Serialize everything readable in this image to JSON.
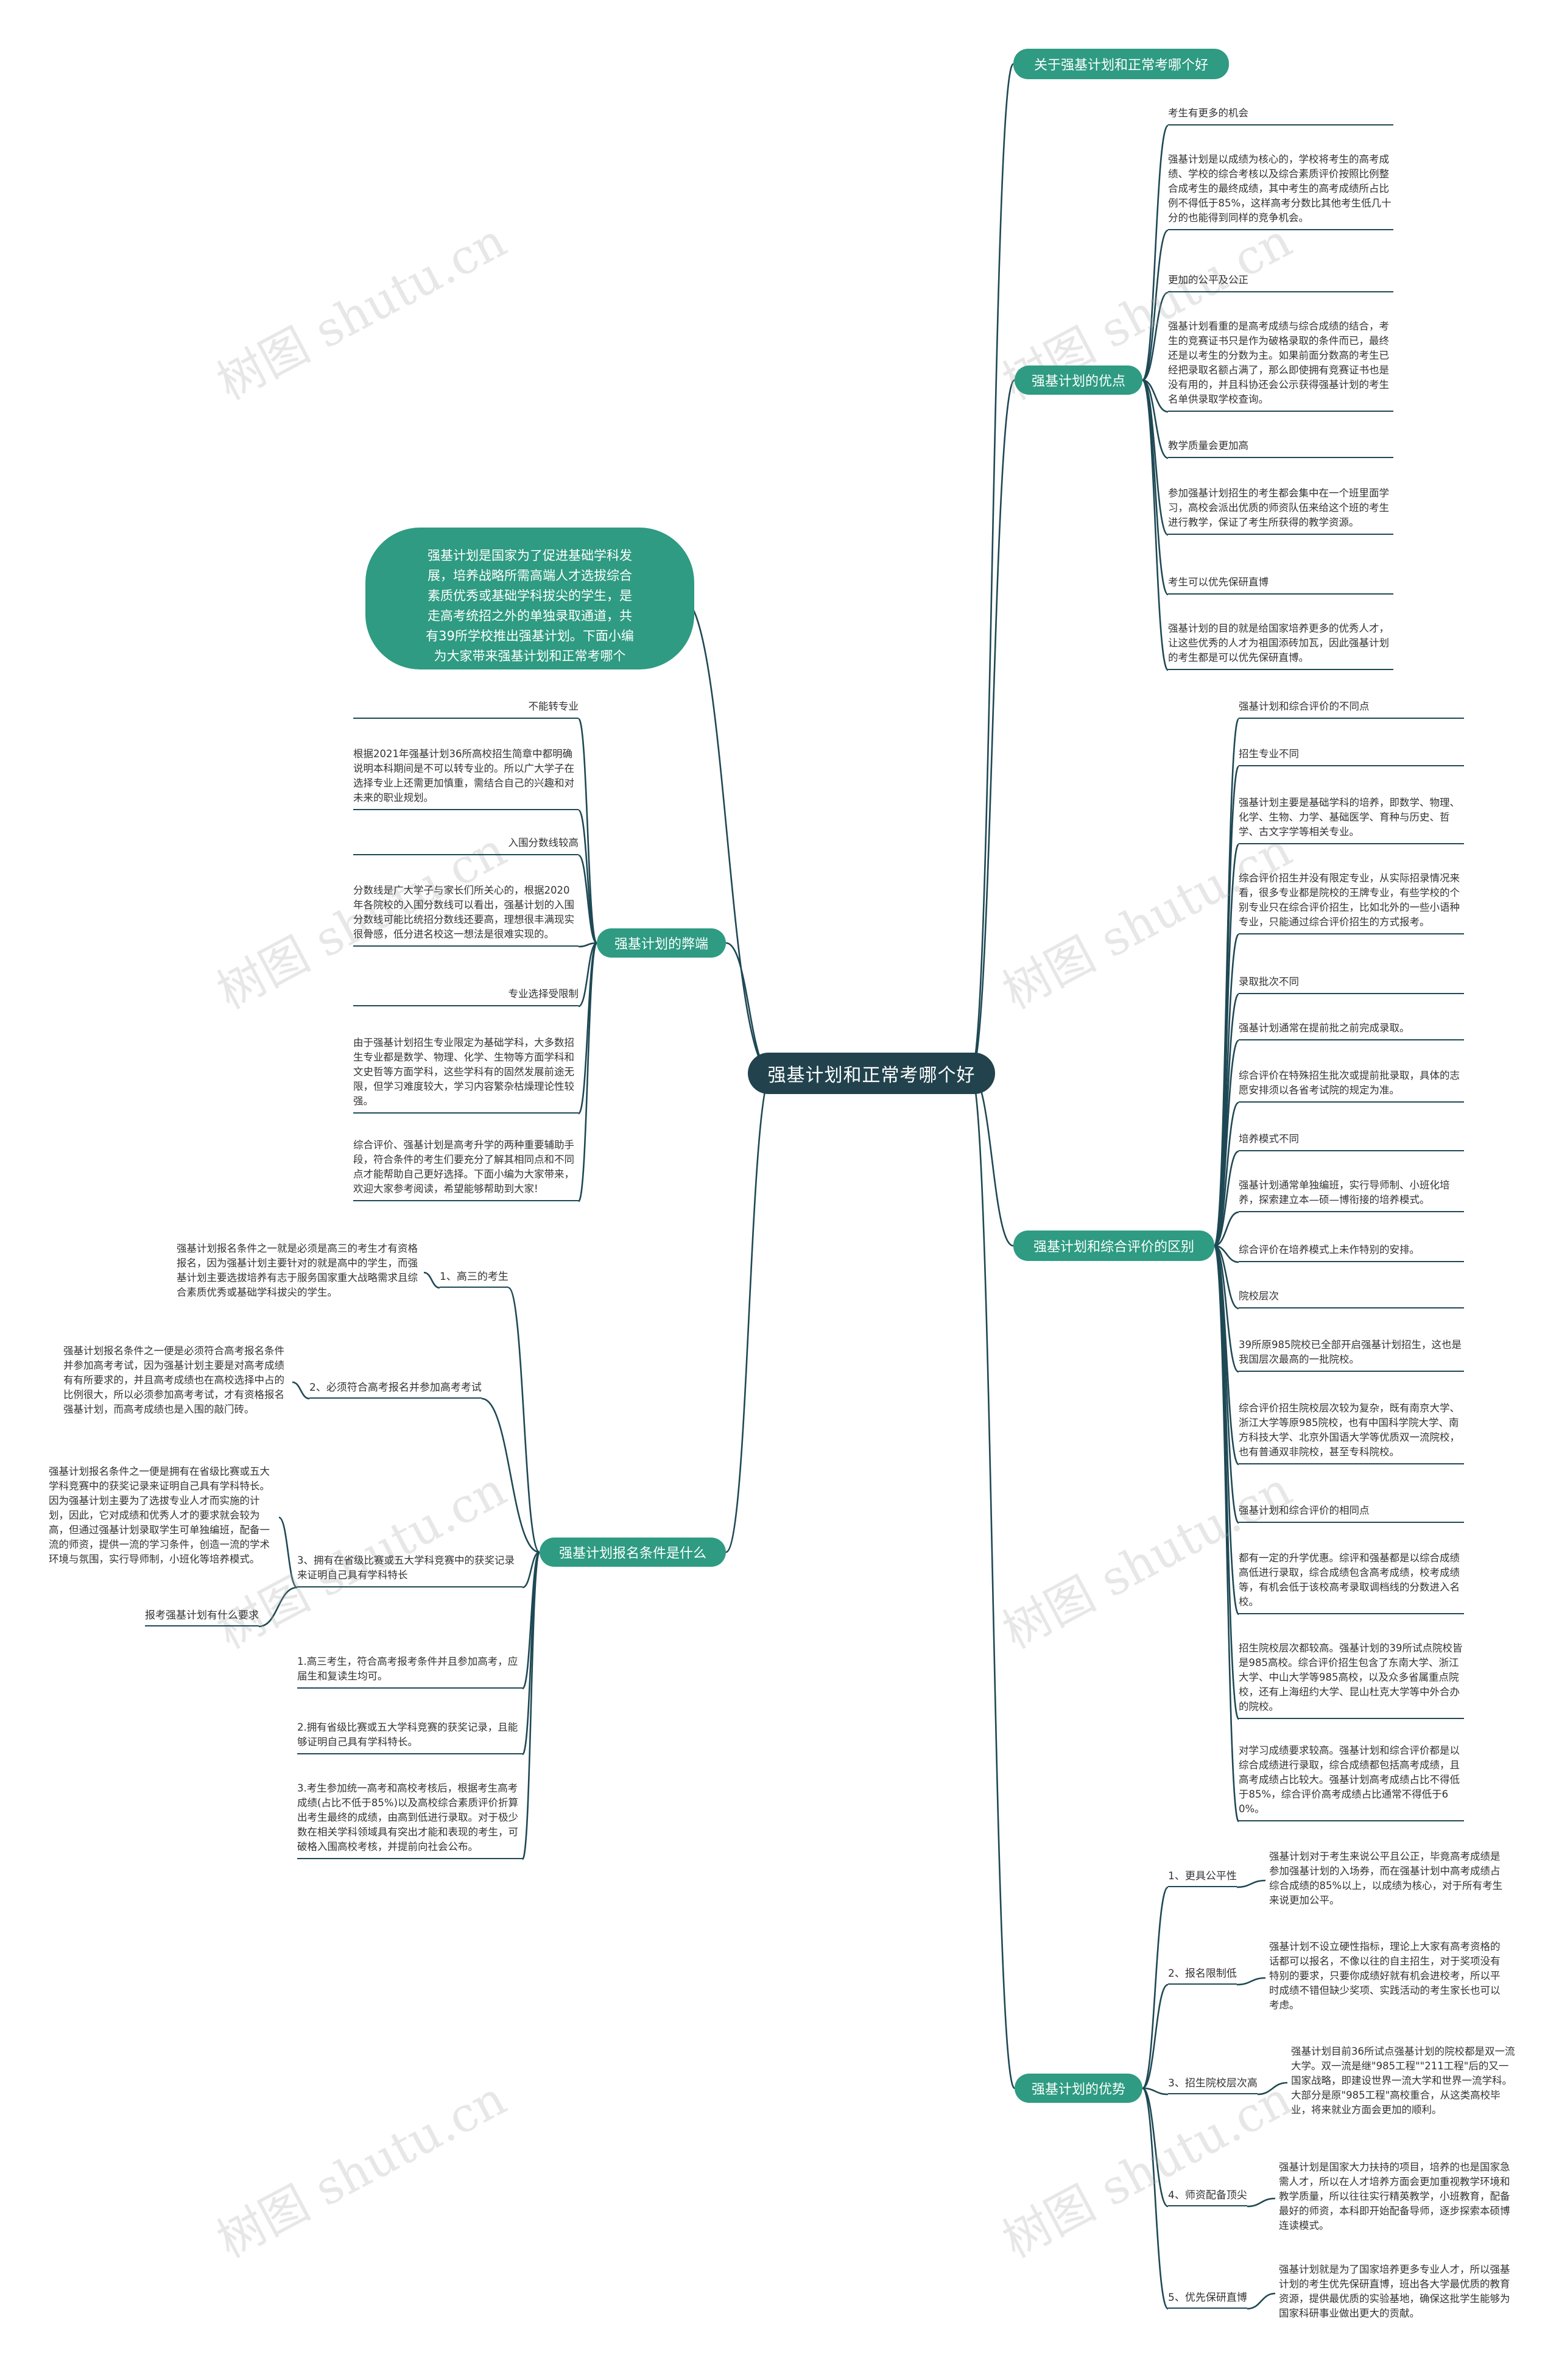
{
  "root": "强基计划和正常考哪个好",
  "intro": "强基计划是国家为了促进基础学科发展，培养战略所需高端人才选拔综合素质优秀或基础学科拔尖的学生，是走高考统招之外的单独录取通道，共有39所学校推出强基计划。下面小编为大家带来强基计划和正常考哪个好，希望对您有所帮助!",
  "watermark": "树图 shutu.cn",
  "branches": {
    "about": "关于强基计划和正常考哪个好",
    "pros": "强基计划的优点",
    "cons": "强基计划的弊端",
    "diff": "强基计划和综合评价的区别",
    "req": "强基计划报名条件是什么",
    "adv": "强基计划的优势"
  },
  "pros": [
    "考生有更多的机会",
    "强基计划是以成绩为核心的，学校将考生的高考成绩、学校的综合考核以及综合素质评价按照比例整合成考生的最终成绩，其中考生的高考成绩所占比例不得低于85%，这样高考分数比其他考生低几十分的也能得到同样的竞争机会。",
    "更加的公平及公正",
    "强基计划看重的是高考成绩与综合成绩的结合，考生的竞赛证书只是作为破格录取的条件而已，最终还是以考生的分数为主。如果前面分数高的考生已经把录取名额占满了，那么即使拥有竞赛证书也是没有用的，并且科协还会公示获得强基计划的考生名单供录取学校查询。",
    "教学质量会更加高",
    "参加强基计划招生的考生都会集中在一个班里面学习，高校会派出优质的师资队伍来给这个班的考生进行教学，保证了考生所获得的教学资源。",
    "考生可以优先保研直博",
    "强基计划的目的就是给国家培养更多的优秀人才，让这些优秀的人才为祖国添砖加瓦，因此强基计划的考生都是可以优先保研直博。"
  ],
  "cons": [
    "不能转专业",
    "根据2021年强基计划36所高校招生简章中都明确说明本科期间是不可以转专业的。所以广大学子在选择专业上还需更加慎重，需结合自己的兴趣和对未来的职业规划。",
    "入围分数线较高",
    "分数线是广大学子与家长们所关心的，根据2020年各院校的入围分数线可以看出，强基计划的入围分数线可能比统招分数线还要高，理想很丰满现实很骨感，低分进名校这一想法是很难实现的。",
    "专业选择受限制",
    "由于强基计划招生专业限定为基础学科，大多数招生专业都是数学、物理、化学、生物等方面学科和文史哲等方面学科，这些学科有的固然发展前途无限，但学习难度较大，学习内容繁杂枯燥理论性较强。",
    "综合评价、强基计划是高考升学的两种重要辅助手段，符合条件的考生们要充分了解其相同点和不同点才能帮助自己更好选择。下面小编为大家带来，欢迎大家参考阅读，希望能够帮助到大家!"
  ],
  "diff": [
    "强基计划和综合评价的不同点",
    "招生专业不同",
    "强基计划主要是基础学科的培养，即数学、物理、化学、生物、力学、基础医学、育种与历史、哲学、古文字学等相关专业。",
    "综合评价招生并没有限定专业，从实际招录情况来看，很多专业都是院校的王牌专业，有些学校的个别专业只在综合评价招生，比如北外的一些小语种专业，只能通过综合评价招生的方式报考。",
    "录取批次不同",
    "强基计划通常在提前批之前完成录取。",
    "综合评价在特殊招生批次或提前批录取，具体的志愿安排须以各省考试院的规定为准。",
    "培养模式不同",
    "强基计划通常单独编班，实行导师制、小班化培养，探索建立本—硕—博衔接的培养模式。",
    "综合评价在培养模式上未作特别的安排。",
    "院校层次",
    "39所原985院校已全部开启强基计划招生，这也是我国层次最高的一批院校。",
    "综合评价招生院校层次较为复杂，既有南京大学、浙江大学等原985院校，也有中国科学院大学、南方科技大学、北京外国语大学等优质双一流院校，也有普通双非院校，甚至专科院校。",
    "强基计划和综合评价的相同点",
    "都有一定的升学优惠。综评和强基都是以综合成绩高低进行录取，综合成绩包含高考成绩，校考成绩等，有机会低于该校高考录取调档线的分数进入名校。",
    "招生院校层次都较高。强基计划的39所试点院校皆是985高校。综合评价招生包含了东南大学、浙江大学、中山大学等985高校，以及众多省属重点院校，还有上海纽约大学、昆山杜克大学等中外合办的院校。",
    "对学习成绩要求较高。强基计划和综合评价都是以综合成绩进行录取，综合成绩都包括高考成绩，且高考成绩占比较大。强基计划高考成绩占比不得低于85%，综合评价高考成绩占比通常不得低于60%。"
  ],
  "req": {
    "items": [
      "1、高三的考生",
      "2、必须符合高考报名并参加高考考试",
      "3、拥有在省级比赛或五大学科竞赛中的获奖记录来证明自己具有学科特长"
    ],
    "details": [
      "强基计划报名条件之一就是必须是高三的考生才有资格报名，因为强基计划主要针对的就是高中的学生，而强基计划主要选拔培养有志于服务国家重大战略需求且综合素质优秀或基础学科拔尖的学生。",
      "强基计划报名条件之一便是必须符合高考报名条件并参加高考考试，因为强基计划主要是对高考成绩有有所要求的，并且高考成绩也在高校选择中占的比例很大，所以必须参加高考考试，才有资格报名强基计划，而高考成绩也是入围的敲门砖。",
      "强基计划报名条件之一便是拥有在省级比赛或五大学科竞赛中的获奖记录来证明自己具有学科特长。因为强基计划主要为了选拔专业人才而实施的计划，因此，它对成绩和优秀人才的要求就会较为高，但通过强基计划录取学生可单独编班，配备一流的师资，提供一流的学习条件，创造一流的学术环境与氛围，实行导师制，小班化等培养模式。"
    ],
    "note": "报考强基计划有什么要求",
    "rules": [
      "1.高三考生，符合高考报考条件并且参加高考，应届生和复读生均可。",
      "2.拥有省级比赛或五大学科竞赛的获奖记录，且能够证明自己具有学科特长。",
      "3.考生参加统一高考和高校考核后，根据考生高考成绩(占比不低于85%)以及高校综合素质评价折算出考生最终的成绩，由高到低进行录取。对于极少数在相关学科领域具有突出才能和表现的考生，可破格入围高校考核，并提前向社会公布。"
    ]
  },
  "adv": {
    "items": [
      "1、更具公平性",
      "2、报名限制低",
      "3、招生院校层次高",
      "4、师资配备顶尖",
      "5、优先保研直博"
    ],
    "details": [
      "强基计划对于考生来说公平且公正，毕竟高考成绩是参加强基计划的入场券，而在强基计划中高考成绩占综合成绩的85%以上，以成绩为核心，对于所有考生来说更加公平。",
      "强基计划不设立硬性指标，理论上大家有高考资格的话都可以报名，不像以往的自主招生，对于奖项没有特别的要求，只要你成绩好就有机会进校考，所以平时成绩不错但缺少奖项、实践活动的考生家长也可以考虑。",
      "强基计划目前36所试点强基计划的院校都是双一流大学。双一流是继\"985工程\"\"211工程\"后的又一国家战略，即建设世界一流大学和世界一流学科。大部分是原\"985工程\"高校重合，从这类高校毕业，将来就业方面会更加的顺利。",
      "强基计划是国家大力扶持的项目，培养的也是国家急需人才，所以在人才培养方面会更加重视教学环境和教学质量，所以往往实行精英教学，小班教育，配备最好的师资，本科即开始配备导师，逐步探索本硕博连读模式。",
      "强基计划就是为了国家培养更多专业人才，所以强基计划的考生优先保研直博，班出各大学最优质的教育资源，提供最优质的实验基地，确保这批学生能够为国家科研事业做出更大的贡献。"
    ]
  }
}
